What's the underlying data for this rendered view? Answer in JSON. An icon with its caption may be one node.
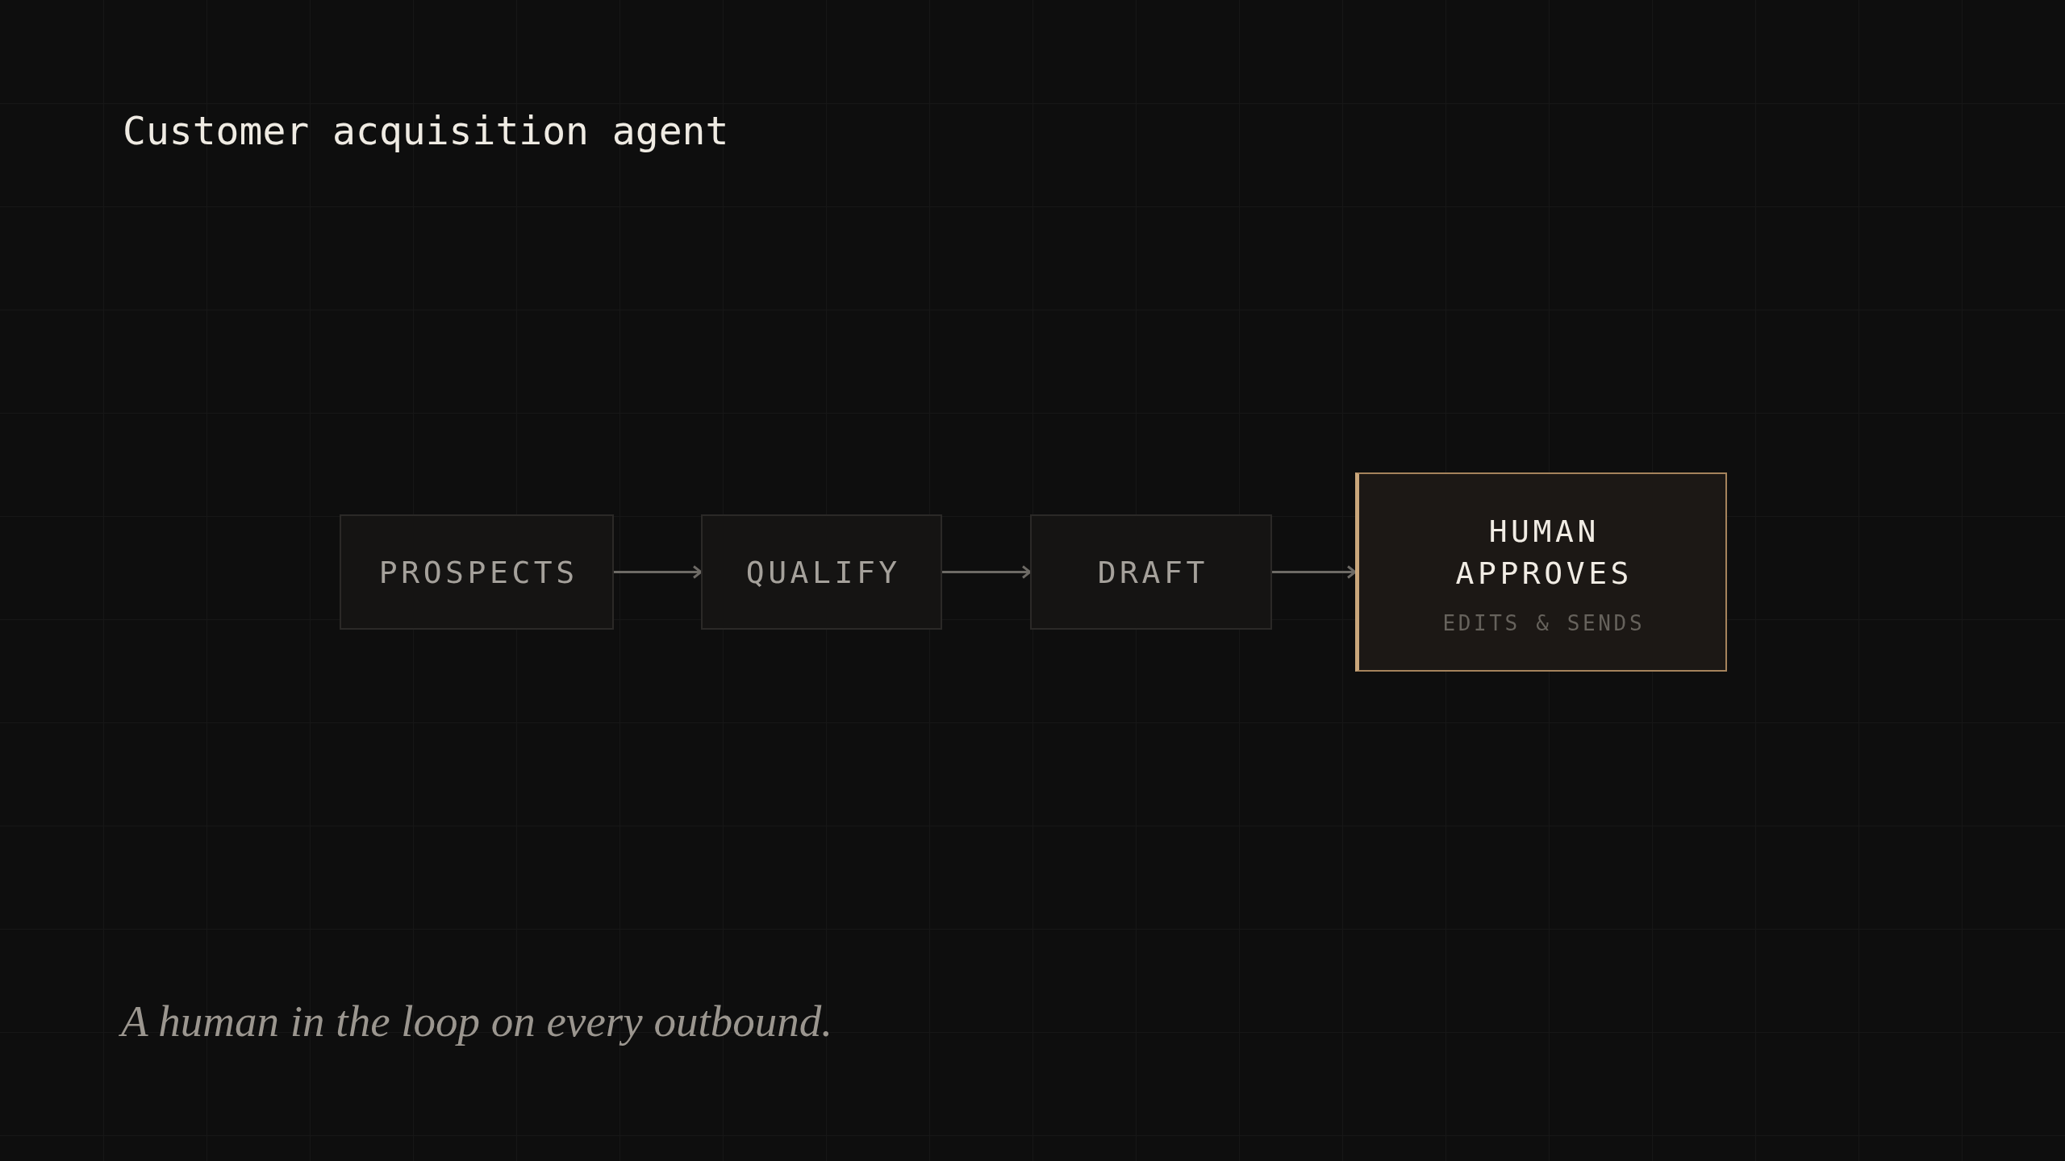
{
  "diagram": {
    "title": "Customer acquisition agent",
    "caption": "A human in the loop on every outbound.",
    "nodes": [
      {
        "text": [
          "PROSPECTS"
        ]
      },
      {
        "text": [
          "QUALIFY"
        ]
      },
      {
        "text": [
          "DRAFT"
        ]
      },
      {
        "text": [
          "HUMAN APPROVES",
          "EDITS & SENDS"
        ]
      }
    ],
    "edges": [
      {
        "from": 0,
        "to": 1,
        "arrow": "to"
      },
      {
        "from": 1,
        "to": 2,
        "arrow": "to"
      },
      {
        "from": 2,
        "to": 3,
        "arrow": "to"
      }
    ]
  }
}
